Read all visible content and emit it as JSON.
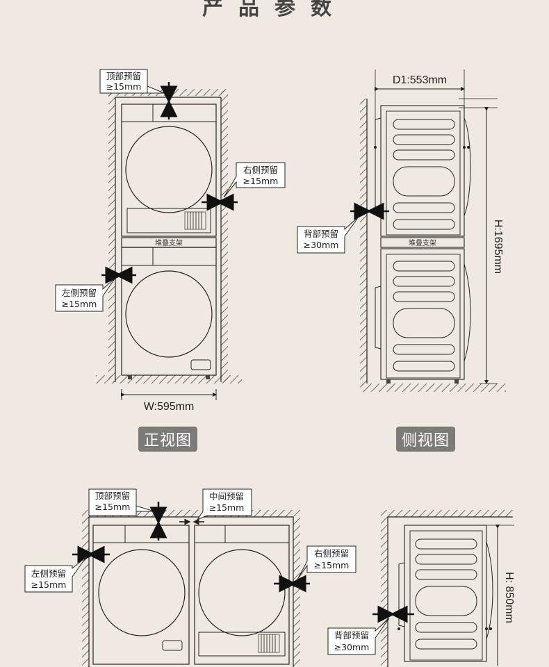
{
  "title": "产品参数",
  "front": {
    "top_label": [
      "顶部预留",
      "≥15mm"
    ],
    "right_label": [
      "右侧预留",
      "≥15mm"
    ],
    "left_label": [
      "左侧预留",
      "≥15mm"
    ],
    "shelf_label": "堆叠支架",
    "width_label": "W:595mm",
    "caption": "正视图"
  },
  "side": {
    "depth_label": "D1:553mm",
    "back_label": [
      "背部预留",
      "≥30mm"
    ],
    "height_label": "H:1695mm",
    "shelf_label": "堆叠支架",
    "caption": "侧视图"
  },
  "bottom_front": {
    "top_label": [
      "顶部预留",
      "≥15mm"
    ],
    "middle_label": [
      "中间预留",
      "≥15mm"
    ],
    "left_label": [
      "左侧预留",
      "≥15mm"
    ],
    "right_label": [
      "右侧预留",
      "≥15mm"
    ]
  },
  "bottom_side": {
    "back_label": [
      "背部预留",
      "≥30mm"
    ],
    "height_label": "H: 850mm"
  },
  "colors": {
    "background": "#efe9e1",
    "line": "#222222",
    "caption_bg": "#7d7b79"
  }
}
